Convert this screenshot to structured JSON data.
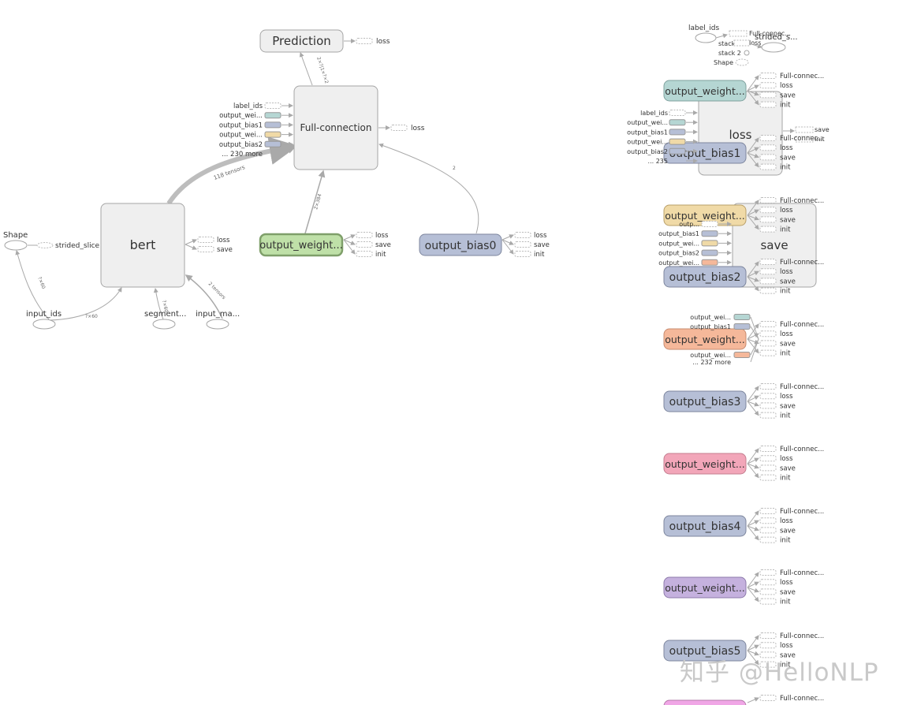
{
  "main": {
    "prediction": "Prediction",
    "full_connection": "Full-connection",
    "bert": "bert",
    "output_weight": "output_weight...",
    "output_bias0": "output_bias0",
    "shape": "Shape",
    "strided_slice": "strided_slice",
    "input_ids": "input_ids",
    "segment": "segment...",
    "input_mask": "input_ma...",
    "fc_inputs": [
      "label_ids",
      "output_wei...",
      "output_bias1",
      "output_wei...",
      "output_bias2",
      "... 230 more"
    ],
    "edge_labels": {
      "pred_fc": "2×?|1×?×2",
      "bert_fc": "118 tensors",
      "ow_fc": "2×384",
      "ob_fc": "2",
      "shape_in": "?×60",
      "ids_bert": "?×60",
      "seg_bert": "?×60",
      "mask_bert": "2 tensors"
    }
  },
  "aux": {
    "loss": "loss",
    "save": "save",
    "init": "init",
    "full_connec": "Full-connec...",
    "loss_node": "loss",
    "save_node": "save",
    "label_ids": "label_ids",
    "stack": "stack",
    "stack_2": "stack 2",
    "shape": "Shape",
    "strided_s": "strided_s...",
    "full_conne": "Full-connec...",
    "node_labels": {
      "w1": "output_weight...",
      "b1": "output_bias1",
      "w2": "output_weight...",
      "b2": "output_bias2",
      "w3": "output_weight...",
      "b3": "output_bias3",
      "w4": "output_weight...",
      "b4": "output_bias4",
      "w5": "output_weight...",
      "b5": "output_bias5"
    },
    "loss_inputs": [
      "label_ids",
      "output_wei...",
      "output_bias1",
      "output_wei...",
      "output_bias2",
      "... 235"
    ],
    "save_inputs": [
      "outp...",
      "output_bias1",
      "output_wei...",
      "output_bias2",
      "output_wei..."
    ],
    "w3_inputs": [
      "output_wei...",
      "output_bias1",
      "output_wei...",
      "... 232 more"
    ]
  },
  "watermark": "知乎 @HelloNLP",
  "colors": {
    "grey_node": "#efefef",
    "teal": "#b5d6d3",
    "blue": "#b6bfd6",
    "sand": "#f0daa7",
    "green": "#bfe0a8",
    "salmon": "#f5b89a",
    "pink": "#f2a6b9",
    "purple": "#c5b1de",
    "magenta": "#f0a6e6"
  }
}
